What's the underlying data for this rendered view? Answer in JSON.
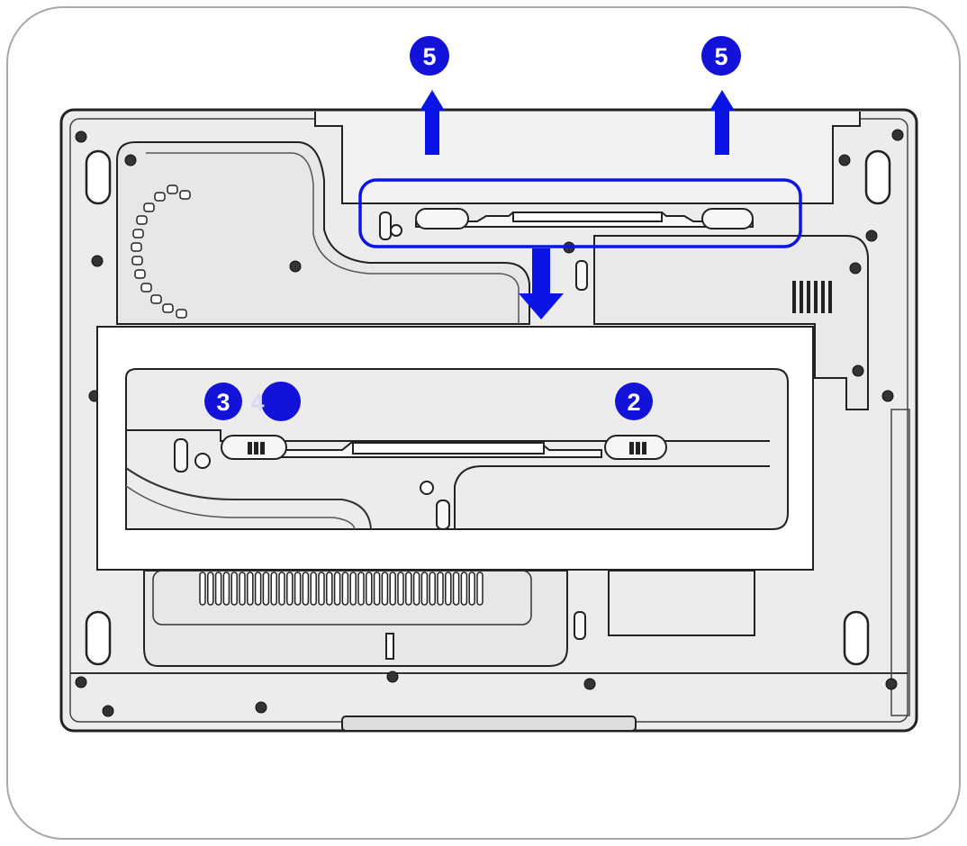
{
  "diagram": {
    "step_markers": {
      "top_left": "5",
      "top_right": "5",
      "zoom_left_a": "3",
      "zoom_left_b": "4",
      "zoom_right": "2"
    },
    "colors": {
      "accent_blue": "#0a14e6",
      "marker_blue": "#1212d8",
      "chassis_fill": "#ececec",
      "line": "#222222",
      "frame_border": "#a8a8a8"
    },
    "icons": [
      "arrow-up-icon",
      "arrow-down-icon",
      "latch-icon",
      "screw-icon",
      "vent-icon"
    ]
  }
}
